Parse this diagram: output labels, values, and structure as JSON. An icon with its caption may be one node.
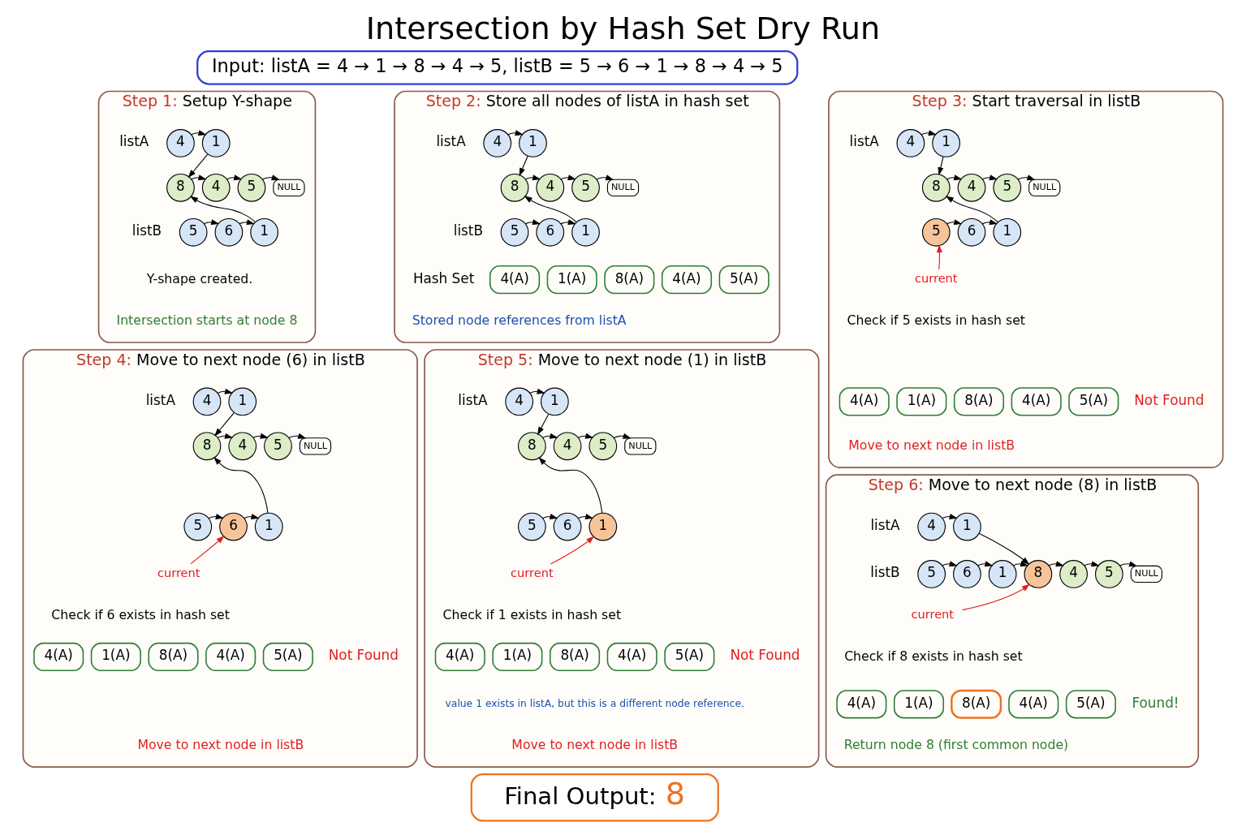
{
  "diagram": {
    "title": "Intersection by Hash Set Dry Run",
    "nodes": [
      {
        "text": [
          "Input: listA = 4 → 1 → 8 → 4 → 5, listB = 5 → 6 → 1 → 8 → 4 → 5"
        ]
      },
      {
        "text": [
          "Step 1:",
          "Setup Y-shape"
        ]
      },
      {
        "text": [
          "4"
        ],
        "in": 1,
        "beside": [
          "listA"
        ]
      },
      {
        "text": [
          "1"
        ],
        "in": 1
      },
      {
        "text": [
          "8"
        ],
        "in": 1
      },
      {
        "text": [
          "4"
        ],
        "in": 1
      },
      {
        "text": [
          "5"
        ],
        "in": 1
      },
      {
        "text": [
          "NULL"
        ],
        "in": 1
      },
      {
        "text": [
          "5"
        ],
        "in": 1,
        "beside": [
          "listB"
        ]
      },
      {
        "text": [
          "6"
        ],
        "in": 1
      },
      {
        "text": [
          "1"
        ],
        "in": 1
      },
      {
        "text": [
          "Step 2:",
          "Store all nodes of listA in hash set"
        ]
      },
      {
        "text": [
          "4"
        ],
        "in": 11,
        "beside": [
          "listA"
        ]
      },
      {
        "text": [
          "1"
        ],
        "in": 11
      },
      {
        "text": [
          "8"
        ],
        "in": 11
      },
      {
        "text": [
          "4"
        ],
        "in": 11
      },
      {
        "text": [
          "5"
        ],
        "in": 11
      },
      {
        "text": [
          "NULL"
        ],
        "in": 11
      },
      {
        "text": [
          "5"
        ],
        "in": 11,
        "beside": [
          "listB"
        ]
      },
      {
        "text": [
          "6"
        ],
        "in": 11
      },
      {
        "text": [
          "1"
        ],
        "in": 11
      },
      {
        "text": [
          "4(A)"
        ],
        "in": 11,
        "beside": [
          "Hash Set"
        ]
      },
      {
        "text": [
          "1(A)"
        ],
        "in": 11
      },
      {
        "text": [
          "8(A)"
        ],
        "in": 11
      },
      {
        "text": [
          "4(A)"
        ],
        "in": 11
      },
      {
        "text": [
          "5(A)"
        ],
        "in": 11
      },
      {
        "text": [
          "Step 3:",
          "Start traversal in listB"
        ]
      },
      {
        "text": [
          "4"
        ],
        "in": 26,
        "beside": [
          "listA"
        ]
      },
      {
        "text": [
          "1"
        ],
        "in": 26
      },
      {
        "text": [
          "8"
        ],
        "in": 26
      },
      {
        "text": [
          "4"
        ],
        "in": 26
      },
      {
        "text": [
          "5"
        ],
        "in": 26
      },
      {
        "text": [
          "NULL"
        ],
        "in": 26
      },
      {
        "text": [
          "5"
        ],
        "in": 26
      },
      {
        "text": [
          "6"
        ],
        "in": 26
      },
      {
        "text": [
          "1"
        ],
        "in": 26
      },
      {
        "text": [
          "current"
        ],
        "in": 26
      },
      {
        "text": [
          "4(A)"
        ],
        "in": 26
      },
      {
        "text": [
          "1(A)"
        ],
        "in": 26
      },
      {
        "text": [
          "8(A)"
        ],
        "in": 26
      },
      {
        "text": [
          "4(A)"
        ],
        "in": 26
      },
      {
        "text": [
          "5(A)"
        ],
        "in": 26,
        "beside": [
          "Not Found"
        ]
      },
      {
        "text": [
          "Step 4:",
          "Move to next node (6) in listB"
        ]
      },
      {
        "text": [
          "4"
        ],
        "in": 42,
        "beside": [
          "listA"
        ]
      },
      {
        "text": [
          "1"
        ],
        "in": 42
      },
      {
        "text": [
          "8"
        ],
        "in": 42
      },
      {
        "text": [
          "4"
        ],
        "in": 42
      },
      {
        "text": [
          "5"
        ],
        "in": 42
      },
      {
        "text": [
          "NULL"
        ],
        "in": 42
      },
      {
        "text": [
          "5"
        ],
        "in": 42
      },
      {
        "text": [
          "6"
        ],
        "in": 42
      },
      {
        "text": [
          "1"
        ],
        "in": 42
      },
      {
        "text": [
          "current"
        ],
        "in": 42
      },
      {
        "text": [
          "4(A)"
        ],
        "in": 42
      },
      {
        "text": [
          "1(A)"
        ],
        "in": 42
      },
      {
        "text": [
          "8(A)"
        ],
        "in": 42
      },
      {
        "text": [
          "4(A)"
        ],
        "in": 42
      },
      {
        "text": [
          "5(A)"
        ],
        "in": 42,
        "beside": [
          "Not Found"
        ]
      },
      {
        "text": [
          "Step 5:",
          "Move to next node (1) in listB"
        ]
      },
      {
        "text": [
          "4"
        ],
        "in": 58,
        "beside": [
          "listA"
        ]
      },
      {
        "text": [
          "1"
        ],
        "in": 58
      },
      {
        "text": [
          "8"
        ],
        "in": 58
      },
      {
        "text": [
          "4"
        ],
        "in": 58
      },
      {
        "text": [
          "5"
        ],
        "in": 58
      },
      {
        "text": [
          "NULL"
        ],
        "in": 58
      },
      {
        "text": [
          "5"
        ],
        "in": 58
      },
      {
        "text": [
          "6"
        ],
        "in": 58
      },
      {
        "text": [
          "1"
        ],
        "in": 58
      },
      {
        "text": [
          "current"
        ],
        "in": 58
      },
      {
        "text": [
          "4(A)"
        ],
        "in": 58
      },
      {
        "text": [
          "1(A)"
        ],
        "in": 58
      },
      {
        "text": [
          "8(A)"
        ],
        "in": 58
      },
      {
        "text": [
          "4(A)"
        ],
        "in": 58
      },
      {
        "text": [
          "5(A)"
        ],
        "in": 58,
        "beside": [
          "Not Found"
        ]
      },
      {
        "text": [
          "Step 6:",
          "Move to next node (8) in listB"
        ]
      },
      {
        "text": [
          "4"
        ],
        "in": 74,
        "beside": [
          "listA"
        ]
      },
      {
        "text": [
          "1"
        ],
        "in": 74
      },
      {
        "text": [
          "8"
        ],
        "in": 74
      },
      {
        "text": [
          "4"
        ],
        "in": 74
      },
      {
        "text": [
          "5"
        ],
        "in": 74
      },
      {
        "text": [
          "NULL"
        ],
        "in": 74
      },
      {
        "text": [
          "5"
        ],
        "in": 74,
        "beside": [
          "listB"
        ]
      },
      {
        "text": [
          "6"
        ],
        "in": 74
      },
      {
        "text": [
          "1"
        ],
        "in": 74
      },
      {
        "text": [
          "current"
        ],
        "in": 74
      },
      {
        "text": [
          "4(A)"
        ],
        "in": 74
      },
      {
        "text": [
          "1(A)"
        ],
        "in": 74
      },
      {
        "text": [
          "8(A)"
        ],
        "in": 74
      },
      {
        "text": [
          "4(A)"
        ],
        "in": 74
      },
      {
        "text": [
          "5(A)"
        ],
        "in": 74,
        "beside": [
          "Found!"
        ]
      },
      {
        "text": [
          "Final Output:",
          "8"
        ]
      }
    ],
    "edges": [
      {
        "from": 2,
        "to": 3,
        "arrow": "to"
      },
      {
        "from": 3,
        "to": 4,
        "arrow": "to"
      },
      {
        "from": 4,
        "to": 5,
        "arrow": "to"
      },
      {
        "from": 5,
        "to": 6,
        "arrow": "to"
      },
      {
        "from": 6,
        "to": 7,
        "arrow": "to"
      },
      {
        "from": 8,
        "to": 9,
        "arrow": "to"
      },
      {
        "from": 9,
        "to": 10,
        "arrow": "to"
      },
      {
        "from": 10,
        "to": 4,
        "arrow": "to"
      },
      {
        "from": 12,
        "to": 13,
        "arrow": "to"
      },
      {
        "from": 13,
        "to": 14,
        "arrow": "to"
      },
      {
        "from": 14,
        "to": 15,
        "arrow": "to"
      },
      {
        "from": 15,
        "to": 16,
        "arrow": "to"
      },
      {
        "from": 16,
        "to": 17,
        "arrow": "to"
      },
      {
        "from": 18,
        "to": 19,
        "arrow": "to"
      },
      {
        "from": 19,
        "to": 20,
        "arrow": "to"
      },
      {
        "from": 20,
        "to": 14,
        "arrow": "to"
      },
      {
        "from": 27,
        "to": 28,
        "arrow": "to"
      },
      {
        "from": 28,
        "to": 29,
        "arrow": "to"
      },
      {
        "from": 29,
        "to": 30,
        "arrow": "to"
      },
      {
        "from": 30,
        "to": 31,
        "arrow": "to"
      },
      {
        "from": 31,
        "to": 32,
        "arrow": "to"
      },
      {
        "from": 33,
        "to": 34,
        "arrow": "to"
      },
      {
        "from": 34,
        "to": 35,
        "arrow": "to"
      },
      {
        "from": 35,
        "to": 29,
        "arrow": "to"
      },
      {
        "from": 36,
        "to": 33,
        "arrow": "to",
        "color": "#e02020"
      },
      {
        "from": 43,
        "to": 44,
        "arrow": "to"
      },
      {
        "from": 44,
        "to": 45,
        "arrow": "to"
      },
      {
        "from": 45,
        "to": 46,
        "arrow": "to"
      },
      {
        "from": 46,
        "to": 47,
        "arrow": "to"
      },
      {
        "from": 47,
        "to": 48,
        "arrow": "to"
      },
      {
        "from": 49,
        "to": 50,
        "arrow": "to"
      },
      {
        "from": 50,
        "to": 51,
        "arrow": "to"
      },
      {
        "from": 51,
        "to": 45,
        "arrow": "to"
      },
      {
        "from": 52,
        "to": 50,
        "arrow": "to",
        "color": "#e02020"
      },
      {
        "from": 59,
        "to": 60,
        "arrow": "to"
      },
      {
        "from": 60,
        "to": 61,
        "arrow": "to"
      },
      {
        "from": 61,
        "to": 62,
        "arrow": "to"
      },
      {
        "from": 62,
        "to": 63,
        "arrow": "to"
      },
      {
        "from": 63,
        "to": 64,
        "arrow": "to"
      },
      {
        "from": 65,
        "to": 66,
        "arrow": "to"
      },
      {
        "from": 66,
        "to": 67,
        "arrow": "to"
      },
      {
        "from": 67,
        "to": 61,
        "arrow": "to"
      },
      {
        "from": 68,
        "to": 67,
        "arrow": "to",
        "color": "#e02020"
      },
      {
        "from": 75,
        "to": 76,
        "arrow": "to"
      },
      {
        "from": 76,
        "to": 77,
        "arrow": "to"
      },
      {
        "from": 77,
        "to": 78,
        "arrow": "to"
      },
      {
        "from": 78,
        "to": 79,
        "arrow": "to"
      },
      {
        "from": 79,
        "to": 80,
        "arrow": "to"
      },
      {
        "from": 81,
        "to": 82,
        "arrow": "to"
      },
      {
        "from": 82,
        "to": 83,
        "arrow": "to"
      },
      {
        "from": 83,
        "to": 77,
        "arrow": "to"
      },
      {
        "from": 84,
        "to": 77,
        "arrow": "to",
        "color": "#e02020"
      }
    ],
    "labels": [
      "Y-shape created.",
      "Intersection starts at node 8",
      "Stored node references from listA",
      "Check if 5 exists in hash set",
      "Move to next node in listB",
      "Check if 6 exists in hash set",
      "Move to next node in listB",
      "Check if 1 exists in hash set",
      "value 1 exists in listA, but this is a different node reference.",
      "Move to next node in listB",
      "Check if 8 exists in hash set",
      "Return node 8 (first common node)"
    ]
  }
}
